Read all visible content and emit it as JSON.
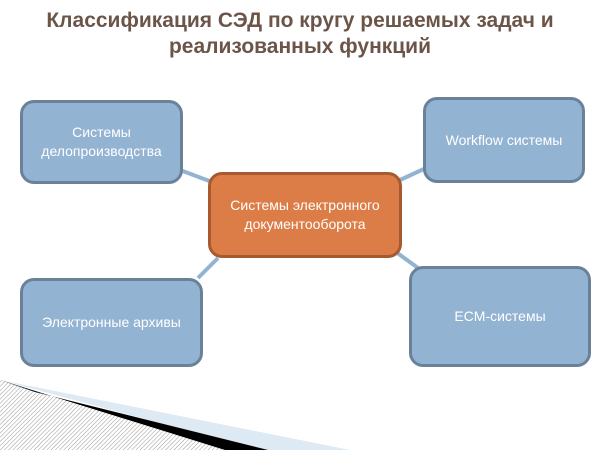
{
  "title_line1": "Классификация СЭД по кругу решаемых задач и",
  "title_line2": "реализованных функций",
  "center": {
    "line1": "Системы электронного",
    "line2": "документооборота"
  },
  "nodes": {
    "top_left": {
      "line1": "Системы",
      "line2": "делопроизводства"
    },
    "top_right": "Workflow системы",
    "bottom_left": "Электронные архивы",
    "bottom_right": "ECM-системы"
  },
  "colors": {
    "node": "#93b3d2",
    "center": "#dc7d48",
    "title": "#6b5549"
  }
}
